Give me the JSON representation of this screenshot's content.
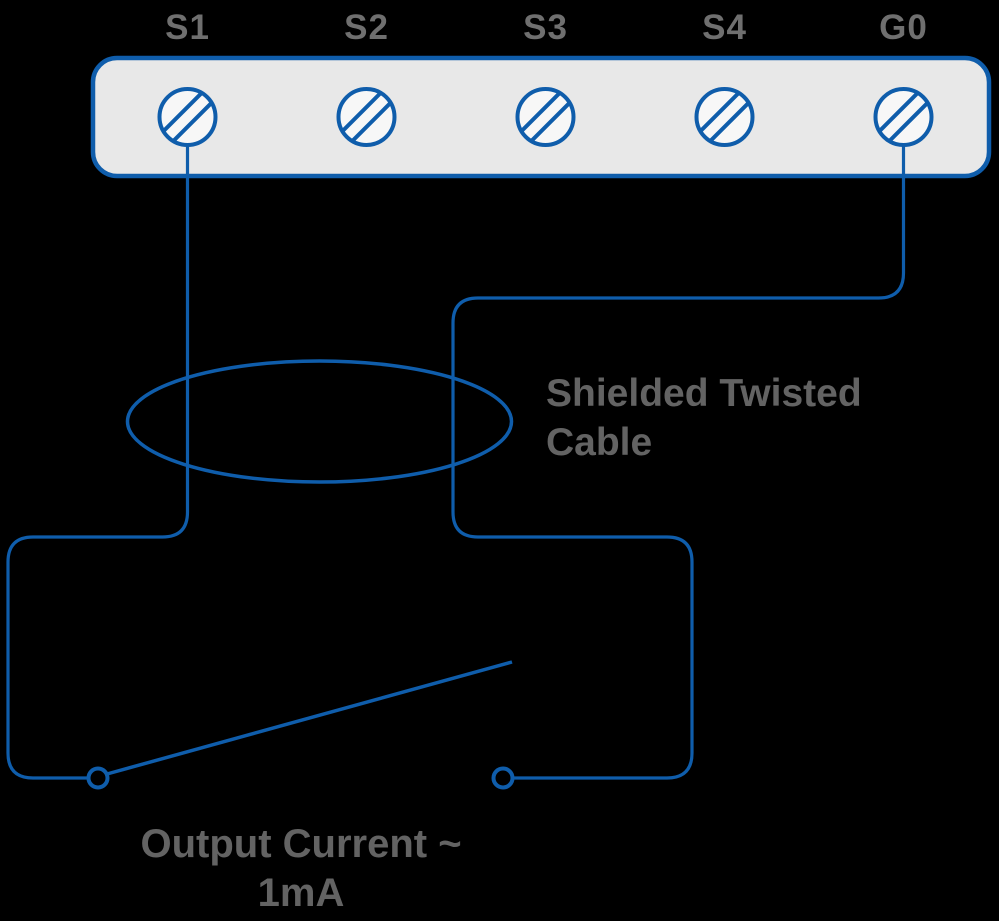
{
  "diagram": {
    "title_semantic": "Sensor wiring diagram with terminal strip, shielded twisted cable loop and output current switch",
    "terminals": {
      "labels": [
        "S1",
        "S2",
        "S3",
        "S4",
        "G0"
      ],
      "icon": "screw-terminal-icon",
      "icon_style": "circle with two diagonal hatch lines"
    },
    "annotations": {
      "cable_label": {
        "line1": "Shielded Twisted",
        "line2": "Cable"
      },
      "output_label": {
        "line1": "Output Current ~",
        "line2": "1mA"
      }
    },
    "colors": {
      "background": "#000000",
      "wire_blue": "#0f5dab",
      "block_border_blue": "#0f5dab",
      "block_fill_gray": "#e8e8e8",
      "terminal_fill": "#f7f7f7",
      "terminal_label_gray": "#6f6f6f",
      "annotation_gray": "#636363"
    }
  }
}
